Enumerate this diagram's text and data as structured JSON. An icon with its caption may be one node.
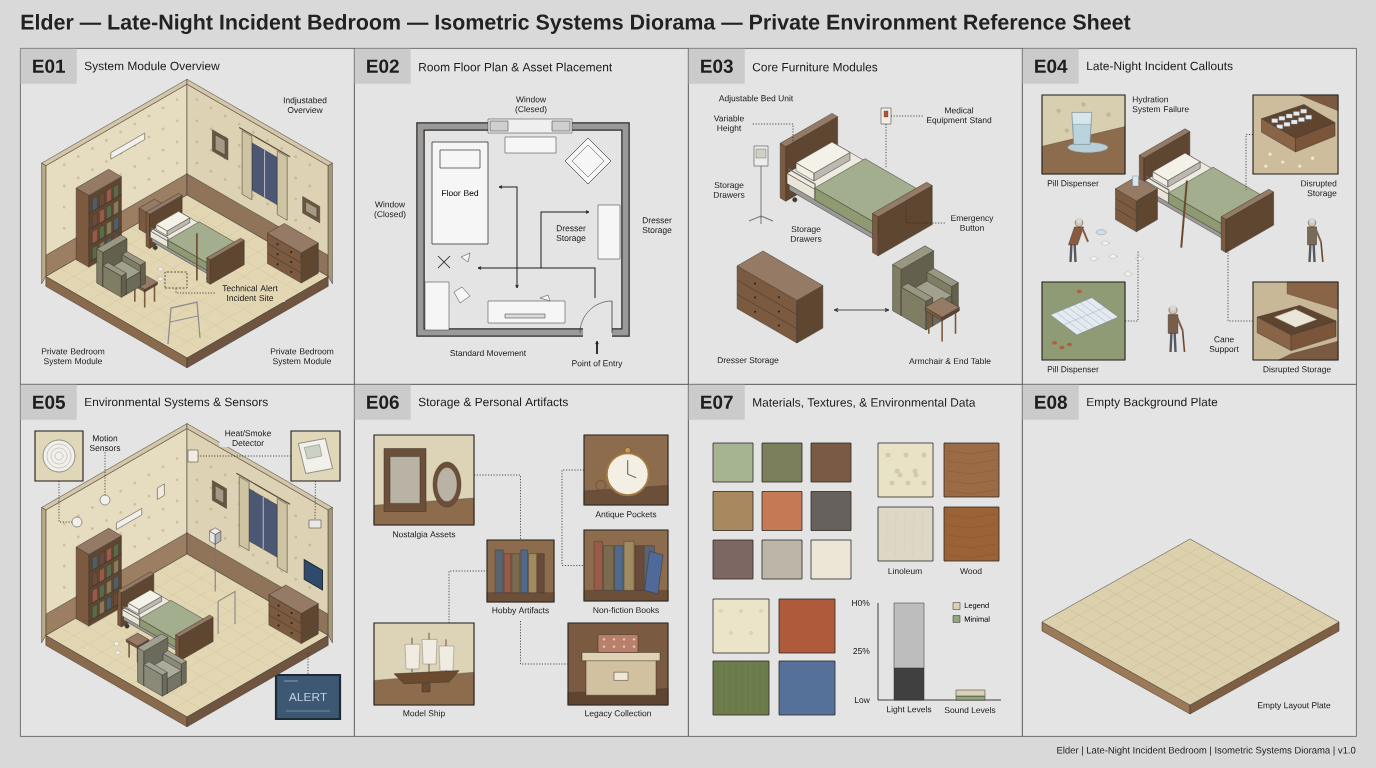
{
  "diagram": {
    "title": "Elder — Late-Night Incident Bedroom — Isometric Systems Diorama — Private Environment Reference Sheet",
    "caption": "Elder | Late-Night Incident Bedroom | Isometric Systems Diorama | v1.0",
    "nodes": [
      {
        "text": [
          "E01",
          "System Module Overview"
        ]
      },
      {
        "text": [
          "E02",
          "Room Floor Plan & Asset Placement"
        ]
      },
      {
        "text": [
          "E03",
          "Core Furniture Modules"
        ]
      },
      {
        "text": [
          "E04",
          "Late-Night Incident Callouts"
        ]
      },
      {
        "text": [
          "E05",
          "Environmental Systems & Sensors"
        ]
      },
      {
        "text": [
          "E06",
          "Storage & Personal Artifacts"
        ]
      },
      {
        "text": [
          "E07",
          "Materials, Textures, & Environmental Data"
        ]
      },
      {
        "text": [
          "E08",
          "Empty Background Plate"
        ]
      },
      {
        "text": [],
        "shape": "box",
        "in": 0
      },
      {
        "text": [
          "Technical Alert Incident Site"
        ],
        "in": 0
      },
      {
        "text": [
          "Floor Bed"
        ],
        "in": 1
      },
      {
        "text": [],
        "shape": "picture",
        "in": 2
      },
      {
        "text": [
          "Variable Height"
        ],
        "in": 2
      },
      {
        "text": [],
        "shape": "picture",
        "in": 2
      },
      {
        "text": [
          "Medical Equipment Stand"
        ],
        "in": 2
      },
      {
        "text": [
          "Emergency Button"
        ],
        "in": 2
      },
      {
        "text": [],
        "shape": "picture",
        "in": 2,
        "beside": [
          "Dresser Storage"
        ]
      },
      {
        "text": [],
        "shape": "picture",
        "in": 2,
        "beside": [
          "Armchair & End Table"
        ]
      },
      {
        "text": [],
        "shape": "picture",
        "in": 3,
        "beside": [
          "Hydration System Failure"
        ]
      },
      {
        "text": [],
        "shape": "picture",
        "in": 3,
        "beside": [
          "Disrupted Storage"
        ]
      },
      {
        "text": [],
        "shape": "picture",
        "in": 3
      },
      {
        "text": [],
        "shape": "picture",
        "in": 3,
        "beside": [
          "Pill Dispenser"
        ]
      },
      {
        "text": [],
        "shape": "picture",
        "in": 3,
        "beside": [
          "Disrupted Storage"
        ]
      },
      {
        "text": [],
        "shape": "picture",
        "in": 4
      },
      {
        "text": [
          "Motion Sensors"
        ],
        "in": 4
      },
      {
        "text": [],
        "shape": "circle",
        "in": 4
      },
      {
        "text": [],
        "shape": "circle",
        "in": 4
      },
      {
        "text": [],
        "shape": "picture",
        "in": 4
      },
      {
        "text": [],
        "shape": "box",
        "in": 4
      },
      {
        "text": [],
        "shape": "box",
        "in": 4
      },
      {
        "text": [
          "ALERT"
        ],
        "in": 4
      },
      {
        "text": [],
        "shape": "picture",
        "in": 5,
        "beside": [
          "Nostalgia Assets"
        ]
      },
      {
        "text": [],
        "shape": "picture",
        "in": 5,
        "beside": [
          "Antique Pockets"
        ]
      },
      {
        "text": [],
        "shape": "picture",
        "in": 5,
        "beside": [
          "Hobby Artifacts"
        ]
      },
      {
        "text": [],
        "shape": "picture",
        "in": 5,
        "beside": [
          "Non-fiction Books"
        ]
      },
      {
        "text": [],
        "shape": "picture",
        "in": 5,
        "beside": [
          "Model Ship"
        ]
      },
      {
        "text": [],
        "shape": "picture",
        "in": 5,
        "beside": [
          "Legacy Collection"
        ]
      },
      {
        "text": [],
        "shape": "picture",
        "in": 4
      }
    ],
    "edges": [
      {
        "from": 9,
        "to": 8,
        "arrow": "none",
        "style": "dashed"
      },
      {
        "from": 12,
        "to": 11,
        "arrow": "none",
        "style": "dashed"
      },
      {
        "from": 14,
        "to": 13,
        "arrow": "none",
        "style": "dashed"
      },
      {
        "from": 13,
        "to": 11,
        "arrow": "none",
        "style": "dashed"
      },
      {
        "from": 15,
        "to": 11,
        "arrow": "none",
        "style": "dashed"
      },
      {
        "from": 16,
        "to": 17,
        "arrow": "both"
      },
      {
        "from": 19,
        "to": 20,
        "arrow": "none",
        "style": "dashed"
      },
      {
        "from": 21,
        "to": 20,
        "arrow": "none",
        "style": "dashed"
      },
      {
        "from": 22,
        "to": 20,
        "arrow": "none",
        "style": "dashed"
      },
      {
        "from": 23,
        "to": 25,
        "arrow": "none",
        "style": "dashed"
      },
      {
        "from": 24,
        "to": 26,
        "arrow": "none",
        "style": "dashed"
      },
      {
        "from": 27,
        "to": 28,
        "arrow": "none",
        "style": "dashed"
      },
      {
        "from": 27,
        "to": 29,
        "arrow": "none",
        "style": "dashed"
      },
      {
        "from": 30,
        "to": 37,
        "arrow": "none",
        "style": "dashed"
      },
      {
        "from": 31,
        "to": 33,
        "arrow": "none",
        "style": "dashed"
      },
      {
        "from": 32,
        "to": 34,
        "arrow": "none",
        "style": "dashed"
      },
      {
        "from": 35,
        "to": 33,
        "arrow": "none",
        "style": "dashed"
      },
      {
        "from": 33,
        "to": 36,
        "arrow": "none",
        "style": "dashed"
      }
    ],
    "labels": [
      "Indjustabed Overview",
      "Private Bedroom System Module",
      "Private Bedroom System Module",
      "Window (Clesed)",
      "Window (Closed)",
      "Dresser Storage",
      "Dresser Storage",
      "Standard Movement",
      "Point of Entry",
      "Adjustable Bed Unit",
      "Storage Drawers",
      "Storage Drawers",
      "Pill Dispenser",
      "Cane Support",
      "Heat/Smoke Detector",
      "Linoleum",
      "Wood",
      "H0%",
      "25%",
      "Low",
      "Light Levels",
      "Sound Levels",
      "Empty Layout Plate"
    ],
    "legend": [
      {
        "text": "Legend",
        "color": "#d9d1b8"
      },
      {
        "text": "Minimal",
        "color": "#8fa67e"
      }
    ]
  }
}
